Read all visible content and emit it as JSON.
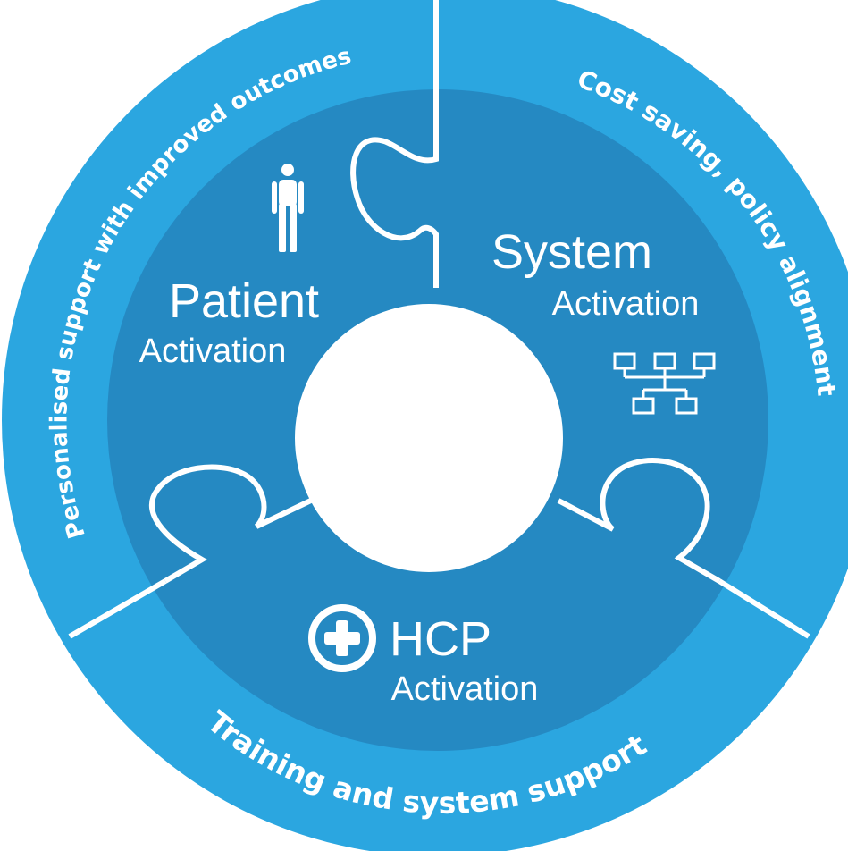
{
  "colors": {
    "outer_ring": "#2ba6e0",
    "inner_disc": "#2589c2",
    "lines": "#ffffff",
    "center": "#ffffff"
  },
  "segments": {
    "patient": {
      "title": "Patient",
      "subtitle": "Activation",
      "arc_text": "Personalised support with improved outcomes",
      "icon": "person-icon"
    },
    "system": {
      "title": "System",
      "subtitle": "Activation",
      "arc_text": "Cost saving, policy alignment",
      "icon": "hierarchy-icon"
    },
    "hcp": {
      "title": "HCP",
      "subtitle": "Activation",
      "arc_text": "Training and system support",
      "icon": "medical-cross-icon"
    }
  }
}
